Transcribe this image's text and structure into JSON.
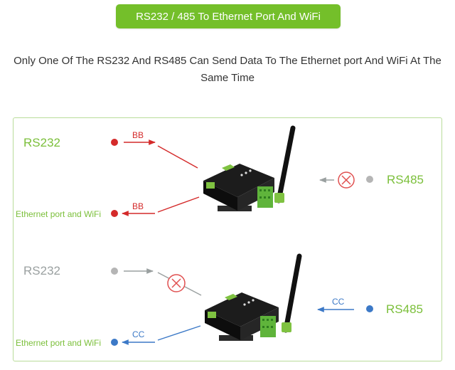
{
  "header": {
    "title": "RS232 / 485 To Ethernet Port And WiFi"
  },
  "description": {
    "line1": "Only One Of The RS232 And RS485 Can Send Data To The Ethernet port And WiFi At The",
    "line2": "Same Time"
  },
  "scenario1": {
    "left_port": "RS232",
    "right_port": "RS485",
    "output": "Ethernet port and WiFi",
    "in_tag": "BB",
    "out_tag": "BB"
  },
  "scenario2": {
    "left_port": "RS232",
    "right_port": "RS485",
    "output": "Ethernet port and WiFi",
    "in_tag": "CC",
    "out_tag": "CC"
  },
  "colors": {
    "accent_green": "#74bf2a",
    "label_green": "#7bbf3a",
    "active_red": "#d42a2a",
    "active_blue": "#3c79c7",
    "inactive_gray": "#9aa0a0",
    "blocked_red": "#e05050"
  },
  "icons": [
    "antenna-icon",
    "device-icon",
    "blocked-icon",
    "arrow-icon"
  ]
}
